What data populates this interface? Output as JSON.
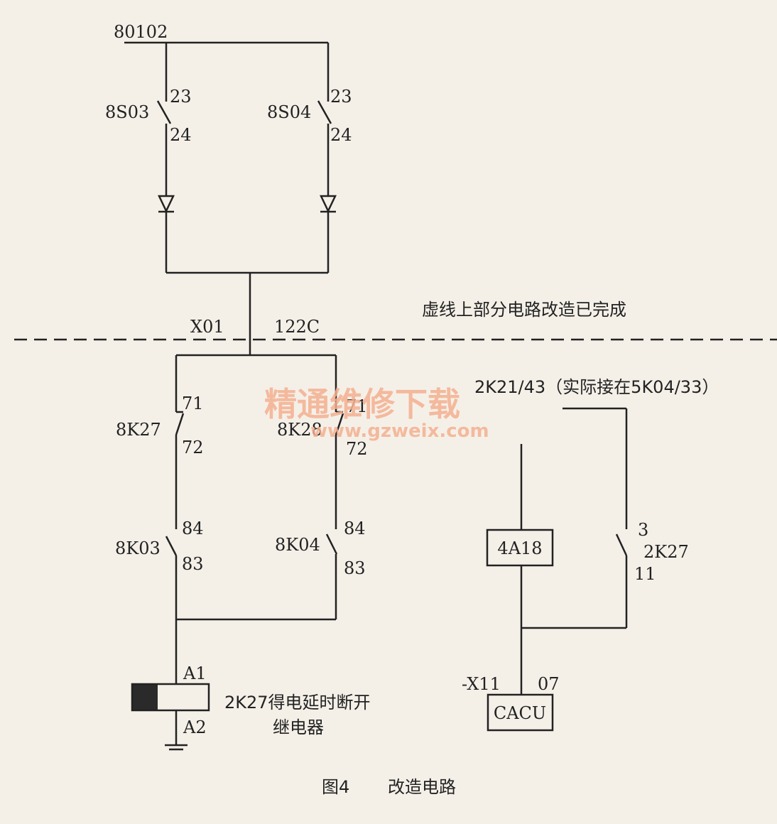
{
  "labels": {
    "bus_top": "80102",
    "sw_8s03": "8S03",
    "sw_8s04": "8S04",
    "t23": "23",
    "t24": "24",
    "x01": "X01",
    "n122c": "122C",
    "note_upper": "虚线上部分电路改造已完成",
    "k8k27": "8K27",
    "k8k28": "8K28",
    "t71": "71",
    "t72": "72",
    "k8k03": "8K03",
    "k8k04": "8K04",
    "t84": "84",
    "t83": "83",
    "a1": "A1",
    "a2": "A2",
    "relay_line1": "2K27得电延时断开",
    "relay_line2": "继电器",
    "k2k21": "2K21/43（实际接在5K04/33）",
    "box_4a18": "4A18",
    "t3": "3",
    "k2k27": "2K27",
    "t11": "11",
    "x11": "-X11",
    "t07": "07",
    "box_cacu": "CACU"
  },
  "watermark": {
    "line1": "精通维修下载",
    "line2": "www.gzweix.com"
  },
  "caption": {
    "figure": "图4",
    "title": "改造电路"
  },
  "colors": {
    "background": "#f4f0e8",
    "line": "#222222",
    "watermark": "#f4b090",
    "coil_core": "#2a2a2a"
  }
}
